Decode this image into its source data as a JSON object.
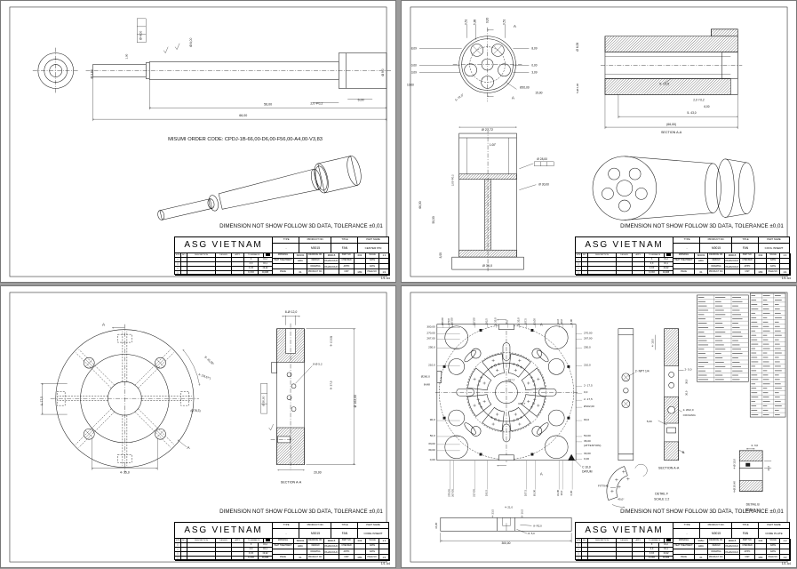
{
  "note": "DIMENSION NOT SHOW FOLLOW 3D DATA, TOLERANCE ±0,01",
  "footer": "1/1  A4",
  "colors": {
    "board_bg": "#9b9b9b",
    "sheet_bg": "#ffffff",
    "line": "#1c1c1c"
  },
  "titleblock_labels": {
    "company": "ASG VIETNAM",
    "col_headers": [
      "TYPE",
      "PRODUCT NO.",
      "TITLE",
      "PART NAME"
    ],
    "rev_headers": [
      "SYM",
      "NO.",
      "DESCRIPTION",
      "DESIGN",
      "APP'L",
      "TOLERANCE",
      ""
    ],
    "rev_mark": "△",
    "tolerances": [
      [
        "X",
        "±0,2"
      ],
      [
        "X,X",
        "±0,1"
      ],
      [
        "X,XX",
        "±0,02"
      ],
      [
        "X,XXX",
        "±0,005"
      ]
    ],
    "material": "MATERIAL",
    "heat": "HEAT TREATMENT",
    "drawing_no": "DRAWING NO.",
    "part_no": "PART NO.",
    "scale": "SCALE",
    "design": "DESIGN",
    "checked": "CHECKED",
    "date": "DATE",
    "drawing": "DRAWING",
    "appd": "APP'D",
    "piece": "PIECE",
    "product_no": "PRODUCT NO.",
    "unit": "UNIT",
    "page_no": "PAGE NO."
  },
  "sheets": [
    {
      "name": "center-pin",
      "order_code": "MISUMI ORDER CODE: CPDJ-1B-66,00-D6,00-F56,00-A4,00-V3,83",
      "titleblock": {
        "type": "-",
        "product_no": "M0015",
        "title": "FAN",
        "part_name": "CENTER PIN",
        "material": "SKD61",
        "heat": "HRC",
        "drawing_no": "M0015",
        "part_no": "001",
        "scale": "1:1",
        "design": "PHAM DUC",
        "drawing": "PHAM DUC",
        "checked": "",
        "appd": "",
        "date": "",
        "piece": "01",
        "unit": "MM",
        "page": "1/1"
      },
      "labels": [
        [
          104,
          83,
          "Ø 3,83",
          -90,
          3.4
        ],
        [
          143,
          63,
          "1,00",
          -90,
          3.0
        ],
        [
          159,
          39,
          "Ø 4,00",
          -90,
          3.4
        ],
        [
          216,
          47,
          "Ø 6,00",
          -90,
          3.4
        ],
        [
          433,
          81,
          "Ø 9,0",
          -90,
          3.4
        ],
        [
          357,
          117,
          "2,0 ∓0,2",
          0,
          3.6
        ],
        [
          407,
          113,
          "6,00",
          0,
          3.6
        ],
        [
          302,
          118,
          "56,00",
          0,
          3.6
        ],
        [
          274,
          131,
          "66,00",
          0,
          3.6
        ]
      ]
    },
    {
      "name": "cool-insert",
      "titleblock": {
        "type": "-",
        "product_no": "M0015",
        "title": "FAN",
        "part_name": "COOL INSERT",
        "material": "SKD61",
        "heat": "HRC",
        "drawing_no": "M0015",
        "part_no": "002",
        "scale": "1:1",
        "design": "PHAM DUC",
        "drawing": "PHAM DUC",
        "checked": "",
        "appd": "",
        "date": "",
        "piece": "01",
        "unit": "MM",
        "page": "1/1"
      },
      "labels": [
        [
          74,
          24,
          "9,51",
          -90,
          3.2
        ],
        [
          84,
          24,
          "5,88",
          -90,
          3.2
        ],
        [
          98,
          22,
          "0,00",
          -90,
          3.2
        ],
        [
          117,
          24,
          "9,51",
          -90,
          3.2
        ],
        [
          17,
          55,
          "8,09",
          0,
          3.2,
          "end"
        ],
        [
          147,
          55,
          "8,09",
          0,
          3.2,
          "start"
        ],
        [
          17,
          74,
          "0,00",
          0,
          3.2,
          "end"
        ],
        [
          147,
          74,
          "0,00",
          0,
          3.2,
          "start"
        ],
        [
          17,
          82,
          "3,09",
          0,
          3.2,
          "end"
        ],
        [
          147,
          82,
          "3,09",
          0,
          3.2,
          "start"
        ],
        [
          14,
          96,
          "10,00",
          0,
          3.2,
          "end"
        ],
        [
          139,
          99,
          "Ø20,00",
          0,
          3.3
        ],
        [
          151,
          105,
          "15,00",
          0,
          3.3,
          "start"
        ],
        [
          66,
          110,
          "5- 72,0°",
          -38,
          3.2
        ],
        [
          128,
          30,
          "A",
          0,
          4.6
        ],
        [
          126,
          111,
          "A",
          0,
          4.6
        ],
        [
          97,
          147,
          "Ø 27,72",
          0,
          3.7
        ],
        [
          103,
          164,
          "1.00°",
          0,
          3.2
        ],
        [
          153,
          180,
          "Ø 28,00",
          0,
          3.3,
          "start"
        ],
        [
          155,
          209,
          "Ø 30,00",
          0,
          3.3,
          "start"
        ],
        [
          97,
          301,
          "Ø 36,0",
          0,
          3.7
        ],
        [
          22,
          231,
          "66,00",
          -90,
          3.3
        ],
        [
          37,
          248,
          "50,00",
          -90,
          3.3
        ],
        [
          45,
          288,
          "8,00",
          -90,
          3.3
        ],
        [
          59,
          203,
          "2,00 ∓0,2",
          -90,
          2.9
        ],
        [
          200,
          52,
          "Ø 6,00",
          -90,
          3.3
        ],
        [
          200,
          99,
          "5-Ø 6,00",
          -90,
          2.9
        ],
        [
          297,
          95,
          "5- C0,5",
          0,
          3.3
        ],
        [
          336,
          113,
          "2,0 ∓0,2",
          0,
          3.2
        ],
        [
          345,
          121,
          "6,00",
          0,
          3.2
        ],
        [
          328,
          128,
          "5- 43,0",
          0,
          3.3
        ],
        [
          305,
          141,
          "(66,00)",
          0,
          3.5
        ],
        [
          305,
          150,
          "SECTION A-A",
          0,
          3.7
        ]
      ]
    },
    {
      "name": "core-insert",
      "titleblock": {
        "type": "-",
        "product_no": "M0015",
        "title": "FAN",
        "part_name": "CORE INSERT",
        "material": "SKD61",
        "heat": "HRC",
        "drawing_no": "M0015",
        "part_no": "003",
        "scale": "1:1",
        "design": "PHAM DUC",
        "drawing": "PHAM DUC",
        "checked": "",
        "appd": "",
        "date": "",
        "piece": "01",
        "unit": "MM",
        "page": "1/1"
      },
      "labels": [
        [
          116,
          45,
          "A",
          0,
          4.6
        ],
        [
          212,
          184,
          "A",
          0,
          4.6
        ],
        [
          235,
          85,
          "8- 45,00°",
          42,
          3.3
        ],
        [
          230,
          103,
          "4- (26,57°)",
          20,
          3.1
        ],
        [
          220,
          142,
          "(Ø78,3)",
          0,
          3.3
        ],
        [
          47,
          130,
          "4- 17,5",
          -90,
          3.3
        ],
        [
          140,
          212,
          "4- 35,0",
          0,
          3.5
        ],
        [
          328,
          30,
          "8-Ø 12,0",
          0,
          3.5
        ],
        [
          374,
          62,
          "8- (13,5)",
          -90,
          3.1
        ],
        [
          358,
          89,
          "8-Ø 5,2",
          0,
          3.1
        ],
        [
          374,
          112,
          "8- 37,5",
          -90,
          3.1
        ],
        [
          402,
          130,
          "Ø 102,00",
          -90,
          3.5
        ],
        [
          298,
          130,
          "Ø 30,00",
          -90,
          3.1
        ],
        [
          358,
          212,
          "20,00",
          0,
          3.5
        ],
        [
          328,
          223,
          "SECTION A-A",
          0,
          3.7
        ]
      ]
    },
    {
      "name": "core-plate",
      "titleblock": {
        "type": "-",
        "product_no": "M0015",
        "title": "FAN",
        "part_name": "CORE PLATE",
        "material": "S55C",
        "heat": "HRC",
        "drawing_no": "M0015",
        "part_no": "004",
        "scale": "1:2",
        "design": "PHAM DUC",
        "drawing": "PHAM DUC",
        "checked": "",
        "appd": "",
        "date": "",
        "piece": "01",
        "unit": "MM",
        "page": "1/2"
      },
      "labels": [
        [
          38,
          47,
          "300,00",
          0,
          3.1,
          "end"
        ],
        [
          38,
          54,
          "270,00",
          0,
          3.1,
          "end"
        ],
        [
          38,
          60,
          "267,00",
          0,
          3.1,
          "end"
        ],
        [
          38,
          70,
          "250,0",
          0,
          3.1,
          "end"
        ],
        [
          38,
          90,
          "210,0",
          0,
          3.1,
          "end"
        ],
        [
          32,
          103,
          "Ø260,0",
          0,
          3.1,
          "end"
        ],
        [
          32,
          112,
          "8-M8",
          0,
          3.1,
          "end"
        ],
        [
          38,
          152,
          "90,0",
          0,
          3.1,
          "end"
        ],
        [
          38,
          170,
          "50,0",
          0,
          3.1,
          "end"
        ],
        [
          38,
          179,
          "33,00",
          0,
          3.1,
          "end"
        ],
        [
          38,
          186,
          "30,00",
          0,
          3.1,
          "end"
        ],
        [
          38,
          197,
          "0,00",
          0,
          3.1,
          "end"
        ],
        [
          206,
          54,
          "270,00",
          0,
          3.1,
          "start"
        ],
        [
          206,
          60,
          "267,00",
          0,
          3.1,
          "start"
        ],
        [
          206,
          70,
          "250,0",
          0,
          3.1,
          "start"
        ],
        [
          206,
          90,
          "210,0",
          0,
          3.1,
          "start"
        ],
        [
          206,
          113,
          "2- 17,5",
          0,
          3.1,
          "start"
        ],
        [
          206,
          121,
          "0,0",
          0,
          3.1,
          "start"
        ],
        [
          206,
          129,
          "2- 17,5",
          0,
          3.1,
          "start"
        ],
        [
          206,
          137,
          "Ø102,00",
          0,
          3.1,
          "start"
        ],
        [
          206,
          152,
          "90,0",
          0,
          3.1,
          "start"
        ],
        [
          206,
          170,
          "50,00",
          0,
          3.1,
          "start"
        ],
        [
          206,
          176,
          "36,00",
          0,
          3.1,
          "start"
        ],
        [
          206,
          181,
          "(ATTENTION)",
          0,
          3.1,
          "start"
        ],
        [
          206,
          190,
          "30,00",
          0,
          3.1,
          "start"
        ],
        [
          206,
          196,
          "0,00",
          0,
          3.1,
          "start"
        ],
        [
          204,
          206,
          "C 10,0",
          0,
          3.3,
          "start"
        ],
        [
          204,
          211,
          "DATUM",
          0,
          3.3,
          "start"
        ],
        [
          47,
          40,
          "300,00",
          -90,
          2.9
        ],
        [
          54,
          40,
          "270,0",
          -90,
          2.9
        ],
        [
          58,
          40,
          "267,00",
          -90,
          2.9
        ],
        [
          83,
          40,
          "217,00",
          -90,
          2.9
        ],
        [
          97,
          40,
          "192,5",
          -90,
          2.9
        ],
        [
          107,
          40,
          "2- 35,0",
          -90,
          2.9
        ],
        [
          120,
          40,
          "0,0",
          -90,
          2.9
        ],
        [
          133,
          40,
          "2- 35,0",
          -90,
          2.9
        ],
        [
          141,
          40,
          "107,5",
          -90,
          2.9
        ],
        [
          151,
          40,
          "83,00",
          -90,
          2.9
        ],
        [
          178,
          40,
          "33,0",
          -90,
          2.9
        ],
        [
          182,
          40,
          "30,0",
          -90,
          2.9
        ],
        [
          193,
          40,
          "0,00",
          -90,
          2.9
        ],
        [
          158,
          45,
          "A",
          0,
          4.2
        ],
        [
          55,
          234,
          "270,00",
          -90,
          2.9
        ],
        [
          59,
          234,
          "267,00",
          -90,
          2.9
        ],
        [
          83,
          234,
          "217,00",
          -90,
          2.9
        ],
        [
          97,
          234,
          "192,5",
          -90,
          2.9
        ],
        [
          141,
          234,
          "107,5",
          -90,
          2.9
        ],
        [
          151,
          234,
          "83,00",
          -90,
          2.9
        ],
        [
          178,
          234,
          "33,00",
          -90,
          2.9
        ],
        [
          182,
          234,
          "30,0",
          -90,
          2.9
        ],
        [
          193,
          234,
          "0,00",
          -90,
          2.9
        ],
        [
          158,
          214,
          "A",
          0,
          4.2
        ],
        [
          124,
          107,
          "R87,7",
          0,
          2.9
        ],
        [
          136,
          134,
          "R87,7",
          0,
          2.9
        ],
        [
          264,
          97,
          "2- NPT 1/4",
          0,
          3.3,
          "start"
        ],
        [
          285,
          64,
          "4- 10,5",
          -90,
          2.9
        ],
        [
          320,
          95,
          "2- 5,0",
          0,
          3.1,
          "start"
        ],
        [
          323,
          108,
          "30,0",
          -90,
          2.7
        ],
        [
          323,
          121,
          "30,0",
          -90,
          2.7
        ],
        [
          318,
          141,
          "2- Ø12,0",
          0,
          3.1,
          "start"
        ],
        [
          318,
          147,
          "COOLING",
          0,
          3.1,
          "start"
        ],
        [
          283,
          154,
          "5,00",
          0,
          3.1,
          "end"
        ],
        [
          317,
          189,
          "B",
          0,
          3.7,
          "start"
        ],
        [
          302,
          207,
          "SECTION A-A",
          0,
          3.7
        ],
        [
          234,
          227,
          "FITTING",
          0,
          3.1,
          "end"
        ],
        [
          248,
          242,
          "45,0°",
          0,
          3.1
        ],
        [
          294,
          236,
          "DETAIL F",
          0,
          3.5
        ],
        [
          294,
          242,
          "SCALE 1:2",
          0,
          3.5
        ],
        [
          399,
          181,
          "4- 3,0",
          0,
          3.1
        ],
        [
          377,
          201,
          "4-Ø 15,0",
          -90,
          2.9
        ],
        [
          416,
          206,
          "44,6",
          -90,
          2.9
        ],
        [
          377,
          227,
          "4-Ø 20,40",
          -90,
          2.9
        ],
        [
          397,
          248,
          "DETAIL B",
          0,
          3.5
        ],
        [
          397,
          254,
          "SCALE 1:2",
          0,
          3.5
        ],
        [
          40,
          271,
          "36,00",
          -90,
          2.9
        ],
        [
          118,
          292,
          "300,00",
          0,
          3.3
        ],
        [
          104,
          257,
          "4- 23,5",
          -90,
          2.9
        ],
        [
          121,
          251,
          "4- 21,0",
          0,
          2.9
        ],
        [
          137,
          257,
          "8- 16,5",
          -90,
          2.9
        ],
        [
          149,
          272,
          "8- R2,0",
          0,
          2.9,
          "start"
        ],
        [
          143,
          281,
          "8- 5,0",
          0,
          2.9,
          "start"
        ]
      ]
    }
  ]
}
